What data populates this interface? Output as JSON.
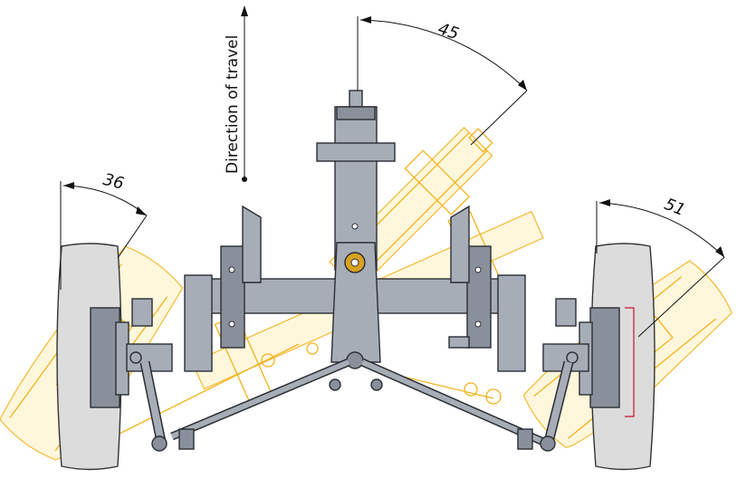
{
  "labels": {
    "direction": "Direction of travel",
    "angle_left": "36",
    "angle_center": "45",
    "angle_right": "51"
  },
  "colors": {
    "steel": "#a7adb7",
    "outline": "#2b2d33",
    "tyre": "#dcdcdc",
    "ghost": "#f2b21c",
    "dimension": "#111111"
  }
}
